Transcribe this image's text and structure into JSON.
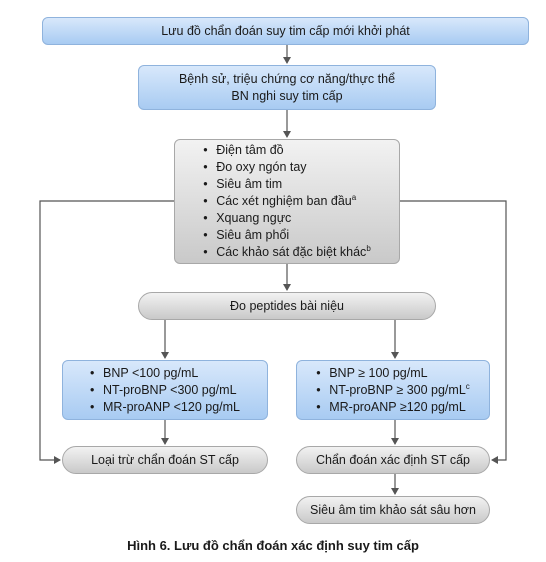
{
  "diagram": {
    "title": "Lưu đồ chẩn đoán suy tim cấp mới khởi phát",
    "history": [
      "Bệnh sử, triệu chứng cơ năng/thực thể",
      "BN nghi suy tim cấp"
    ],
    "tests": [
      {
        "text": "Điện tâm đồ",
        "sup": ""
      },
      {
        "text": "Đo oxy ngón tay",
        "sup": ""
      },
      {
        "text": "Siêu âm tim",
        "sup": ""
      },
      {
        "text": "Các xét nghiệm ban đầu",
        "sup": "a"
      },
      {
        "text": "Xquang ngực",
        "sup": ""
      },
      {
        "text": "Siêu âm phổi",
        "sup": ""
      },
      {
        "text": "Các khảo sát đặc biệt khác",
        "sup": "b"
      }
    ],
    "peptides": "Đo peptides bài niệu",
    "low_values": [
      {
        "text": "BNP <100 pg/mL",
        "sup": ""
      },
      {
        "text": "NT-proBNP <300 pg/mL",
        "sup": ""
      },
      {
        "text": "MR-proANP <120 pg/mL",
        "sup": ""
      }
    ],
    "high_values": [
      {
        "text": "BNP ≥ 100 pg/mL",
        "sup": ""
      },
      {
        "text": "NT-proBNP ≥ 300 pg/mL",
        "sup": "c"
      },
      {
        "text": "MR-proANP ≥120 pg/mL",
        "sup": ""
      }
    ],
    "exclude": "Loại trừ chẩn đoán ST cấp",
    "confirm": "Chẩn đoán xác định ST cấp",
    "echo": "Siêu âm tim khảo sát sâu hơn"
  },
  "caption": "Hình 6. Lưu đồ chẩn đoán xác định suy tim cấp",
  "colors": {
    "box_blue": "#a8cbf2",
    "box_gray": "#c9c9c9",
    "arrow": "#555555"
  }
}
